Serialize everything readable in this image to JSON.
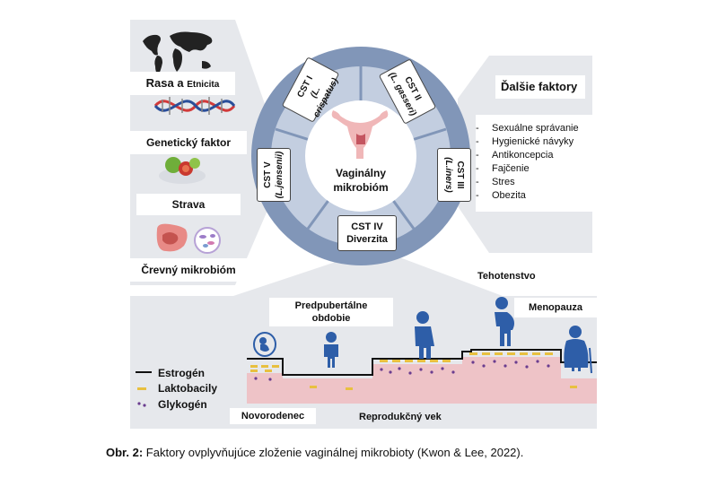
{
  "left_panel": {
    "race_label_main": "Rasa a",
    "race_label_small": "Etnicita",
    "genetic_label": "Genetický faktor",
    "diet_label": "Strava",
    "gut_label": "Črevný mikrobióm"
  },
  "wheel": {
    "center_line1": "Vaginálny",
    "center_line2": "mikrobióm",
    "cst1_line1": "CST I",
    "cst1_line2": "(L. crispatus)",
    "cst2_line1": "CST II",
    "cst2_line2": "(L. gasseri)",
    "cst3_line1": "CST III",
    "cst3_line2": "(L.iners)",
    "cst4_line1": "CST IV",
    "cst4_line2": "Diverzita",
    "cst5_line1": "CST V",
    "cst5_line2": "(L.jensenii)"
  },
  "right_panel": {
    "title": "Ďalšie faktory",
    "items": [
      "Sexuálne správanie",
      "Hygienické návyky",
      "Antikoncepcia",
      "Fajčenie",
      "Stres",
      "Obezita"
    ]
  },
  "timeline": {
    "prepubertal_line1": "Predpubertálne",
    "prepubertal_line2": "obdobie",
    "pregnancy": "Tehotenstvo",
    "menopause": "Menopauza",
    "newborn": "Novorodenec",
    "reproductive": "Reprodukčný vek",
    "legend_estrogen": "Estrogén",
    "legend_lacto": "Laktobacily",
    "legend_glycogen": "Glykogén"
  },
  "caption": {
    "prefix": "Obr. 2:",
    "text": " Faktory ovplyvňujúce zloženie vaginálnej mikrobioty (Kwon & Lee, 2022)."
  },
  "colors": {
    "panel_bg": "#e6e8ec",
    "ring_dark": "#8196b8",
    "ring_light": "#c3cee0",
    "figure_blue": "#2e5ea8",
    "lacto_yellow": "#e8c040",
    "glycogen_purple": "#6a3d8f",
    "tissue_pink": "#eec3c7"
  }
}
